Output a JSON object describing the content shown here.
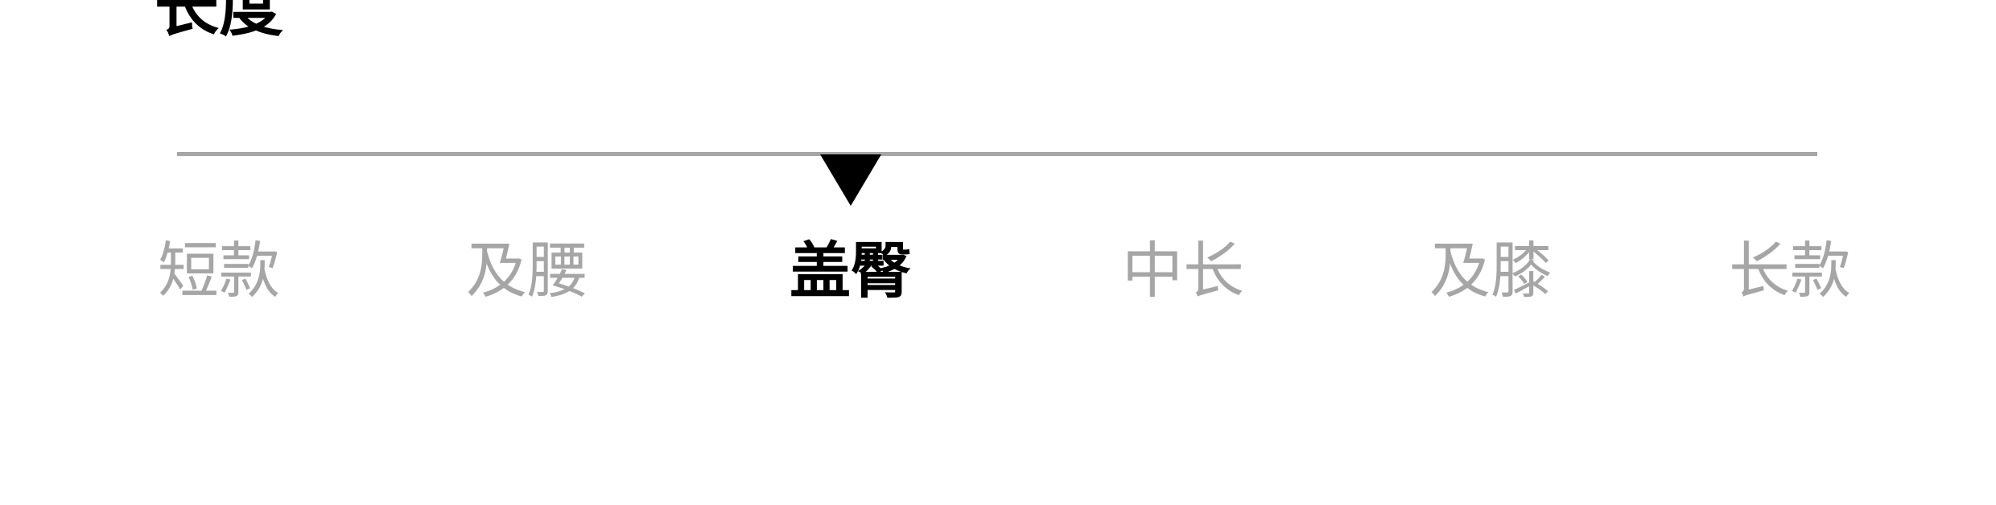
{
  "filter": {
    "title": "长度",
    "selected_index": 2,
    "options": [
      {
        "label": "短款"
      },
      {
        "label": "及腰"
      },
      {
        "label": "盖臀"
      },
      {
        "label": "中长"
      },
      {
        "label": "及膝"
      },
      {
        "label": "长款"
      }
    ],
    "colors": {
      "track": "#a6a6a6",
      "inactive_text": "#a6a6a6",
      "active_text": "#000000",
      "pointer": "#000000"
    }
  }
}
